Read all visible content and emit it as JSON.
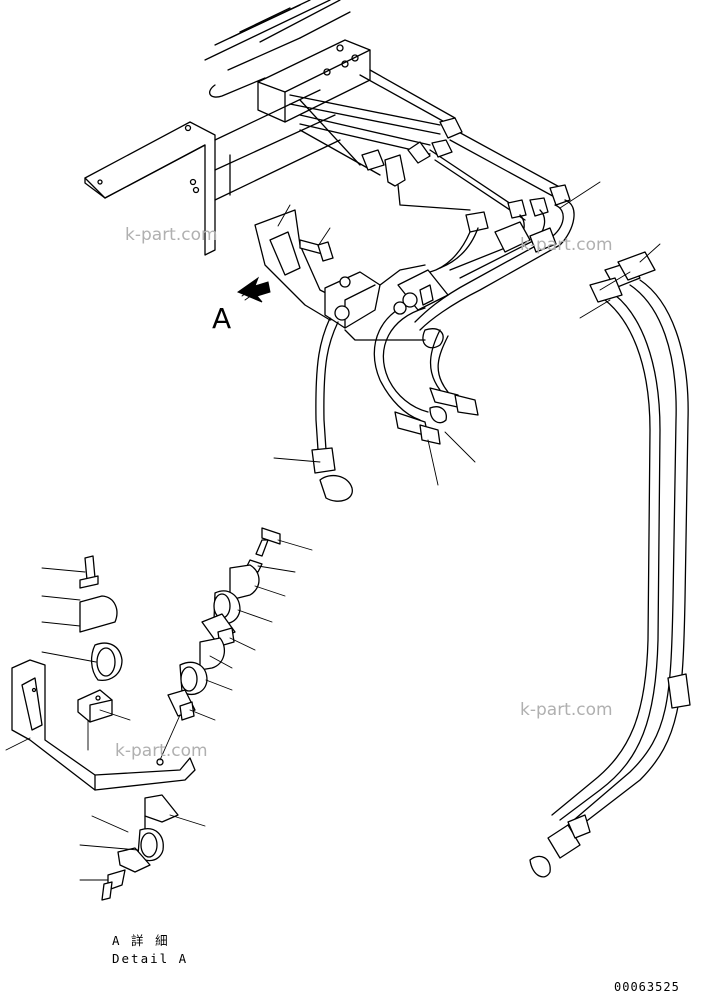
{
  "view_label": "A",
  "detail_caption": {
    "japanese": "A 詳 細",
    "english": "Detail A"
  },
  "watermark": "k-part.com",
  "drawing_number": "00063525"
}
